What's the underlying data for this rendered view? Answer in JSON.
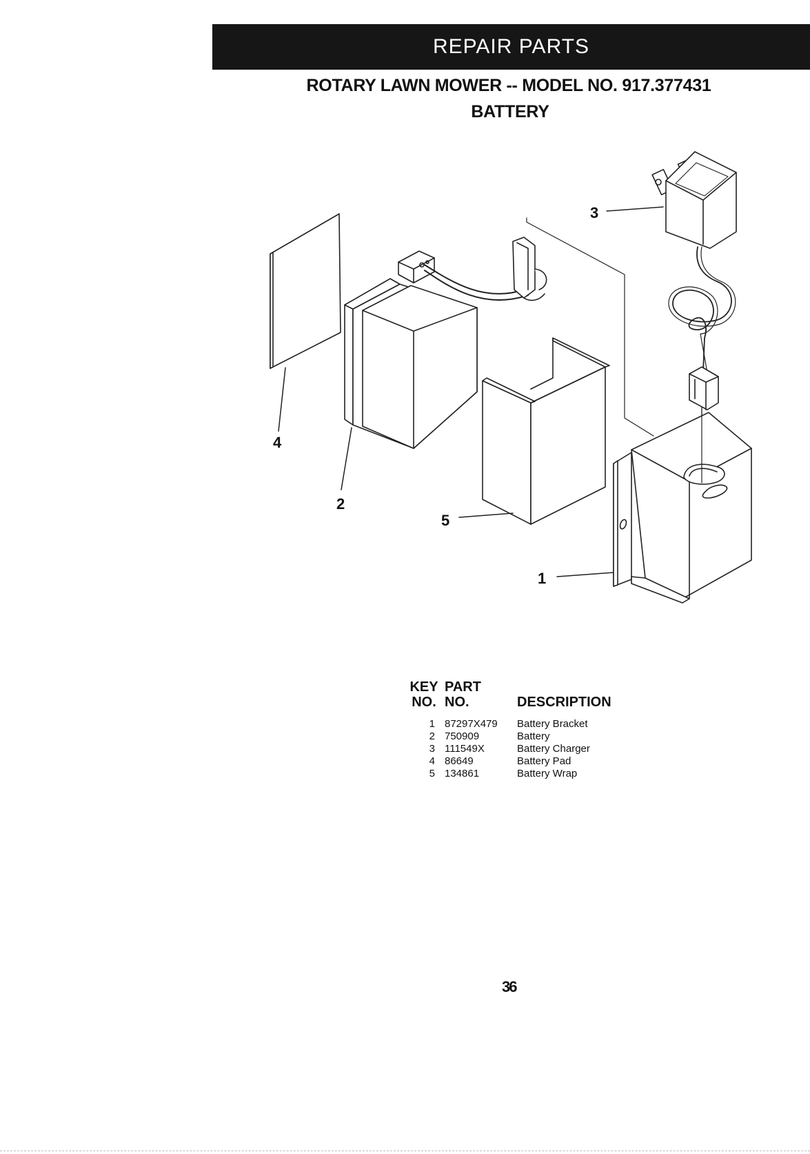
{
  "header": {
    "banner": "REPAIR PARTS",
    "title_line1": "ROTARY LAWN MOWER -- MODEL NO. 917.377431",
    "title_line2": "BATTERY"
  },
  "diagram": {
    "callouts": [
      "1",
      "2",
      "3",
      "4",
      "5"
    ]
  },
  "parts_table": {
    "headers": {
      "key_line1": "KEY",
      "key_line2": "NO.",
      "part_line1": "PART",
      "part_line2": "NO.",
      "description": "DESCRIPTION"
    },
    "rows": [
      {
        "key": "1",
        "part": "87297X479",
        "description": "Battery Bracket"
      },
      {
        "key": "2",
        "part": "750909",
        "description": "Battery"
      },
      {
        "key": "3",
        "part": "111549X",
        "description": "Battery Charger"
      },
      {
        "key": "4",
        "part": "86649",
        "description": "Battery Pad"
      },
      {
        "key": "5",
        "part": "134861",
        "description": "Battery Wrap"
      }
    ]
  },
  "footer": {
    "page_number": "36"
  }
}
